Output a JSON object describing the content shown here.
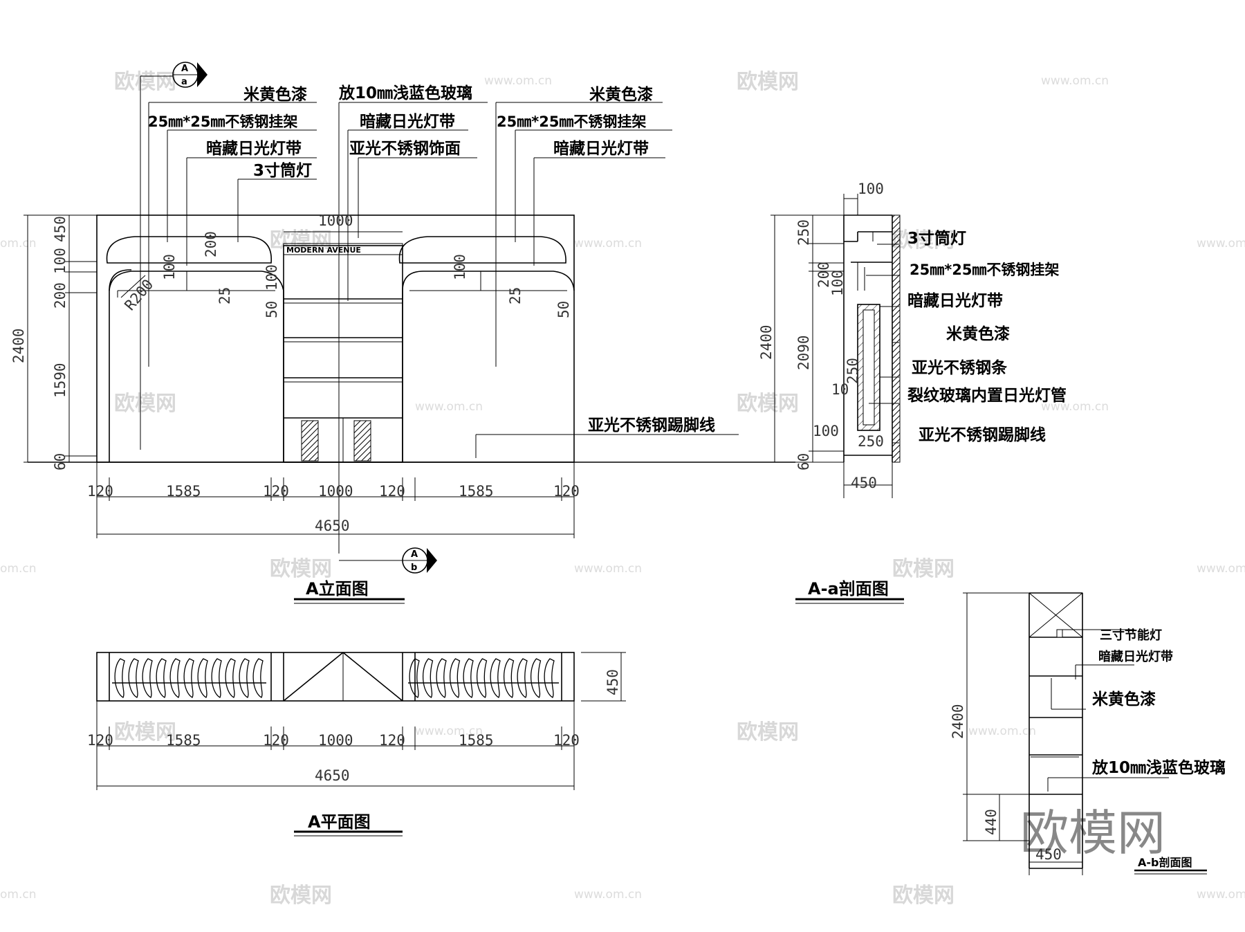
{
  "elevation": {
    "title": "A立面图",
    "labels": {
      "paint_l": "米黄色漆",
      "rack_l": "25㎜*25㎜不锈钢挂架",
      "light_l": "暗藏日光灯带",
      "downlight_l": "3寸筒灯",
      "glass": "放10㎜浅蓝色玻璃",
      "light_c": "暗藏日光灯带",
      "steel_face": "亚光不锈钢饰面",
      "paint_r": "米黄色漆",
      "rack_r": "25㎜*25㎜不锈钢挂架",
      "light_r": "暗藏日光灯带",
      "skirting": "亚光不锈钢踢脚线"
    },
    "brand": "MODERN AVENUE",
    "dims": {
      "top_1000": "1000",
      "r200": "R200",
      "d100a": "100",
      "d200": "200",
      "d25a": "25",
      "d100b": "100",
      "d50a": "50",
      "d100c": "100",
      "d25b": "25",
      "d50b": "50",
      "v450": "450",
      "v100": "100",
      "v200": "200",
      "v1590": "1590",
      "v60": "60",
      "v2400": "2400",
      "h120a": "120",
      "h1585a": "1585",
      "h120b": "120",
      "h1000": "1000",
      "h120c": "120",
      "h1585b": "1585",
      "h120d": "120",
      "total": "4650"
    },
    "markers": {
      "a_top": "A",
      "a_bot": "a",
      "b_top": "A",
      "b_bot": "b"
    }
  },
  "section_a": {
    "title": "A-a剖面图",
    "labels": {
      "downlight": "3寸筒灯",
      "rack": "25㎜*25㎜不锈钢挂架",
      "light": "暗藏日光灯带",
      "paint": "米黄色漆",
      "strip": "亚光不锈钢条",
      "glass_tube": "裂纹玻璃内置日光灯管",
      "skirting": "亚光不锈钢踢脚线"
    },
    "dims": {
      "d100top": "100",
      "v250": "250",
      "v200": "200",
      "v100": "100",
      "v2090": "2090",
      "v60": "60",
      "v2400": "2400",
      "d250a": "250",
      "d10": "10",
      "d100b": "100",
      "d250b": "250",
      "w450": "450"
    }
  },
  "plan": {
    "title": "A平面图",
    "dims": {
      "h120a": "120",
      "h1585a": "1585",
      "h120b": "120",
      "h1000": "1000",
      "h120c": "120",
      "h1585b": "1585",
      "h120d": "120",
      "total": "4650",
      "depth": "450"
    }
  },
  "section_b": {
    "title": "A-b剖面图",
    "labels": {
      "light3": "三寸节能灯",
      "light_band": "暗藏日光灯带",
      "paint": "米黄色漆",
      "glass": "放10㎜浅蓝色玻璃"
    },
    "dims": {
      "v2400": "2400",
      "v440": "440",
      "w450": "450"
    }
  },
  "watermarks": {
    "logo": "欧模网",
    "url": "www.om.cn",
    "url_short": "om.cn"
  }
}
